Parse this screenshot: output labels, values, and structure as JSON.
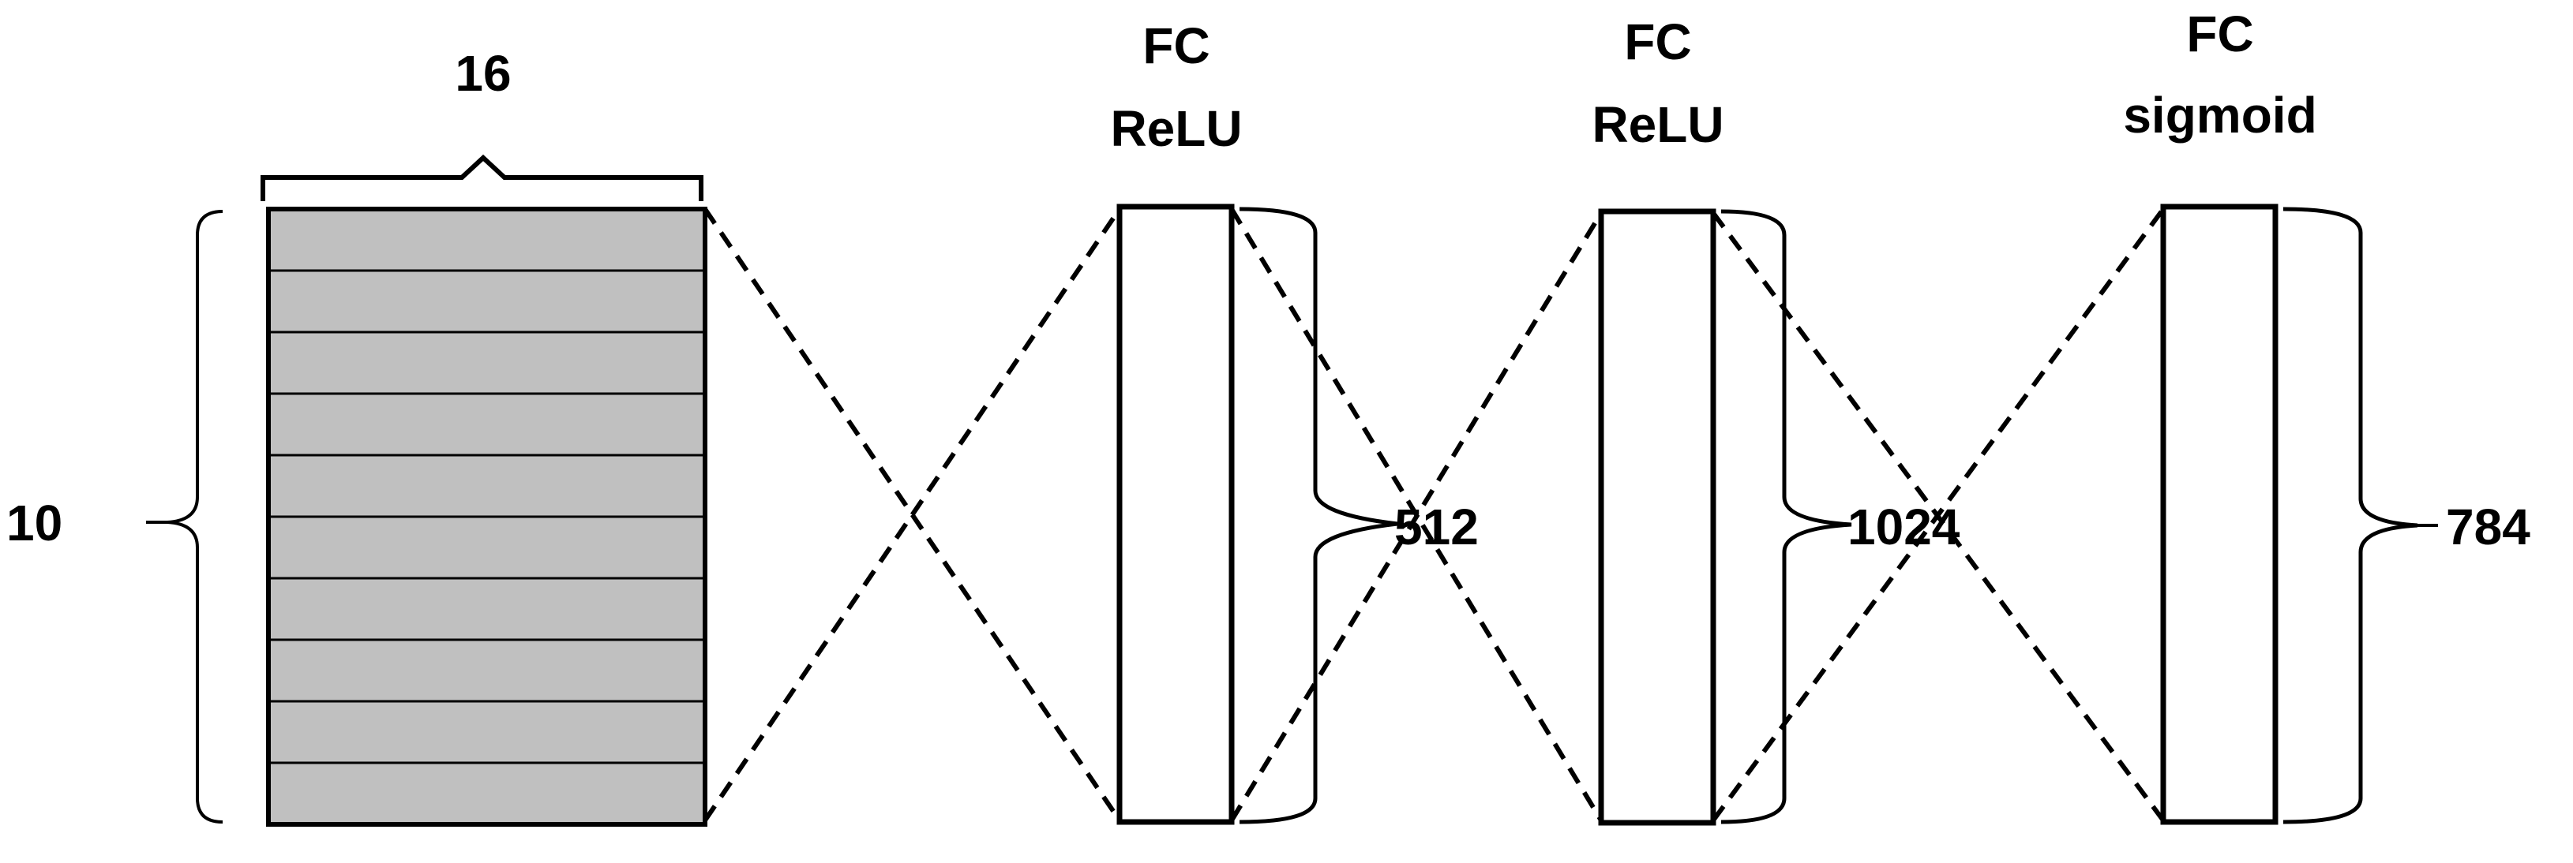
{
  "input_block": {
    "width_label": "16",
    "height_label": "10",
    "fill_color": "#c0c0c0",
    "row_count": 10
  },
  "layers": [
    {
      "type_label": "FC",
      "activation_label": "ReLU",
      "size_label": "512"
    },
    {
      "type_label": "FC",
      "activation_label": "ReLU",
      "size_label": "1024"
    },
    {
      "type_label": "FC",
      "activation_label": "sigmoid",
      "size_label": "784"
    }
  ],
  "colors": {
    "stroke": "#000000",
    "background": "#ffffff"
  }
}
